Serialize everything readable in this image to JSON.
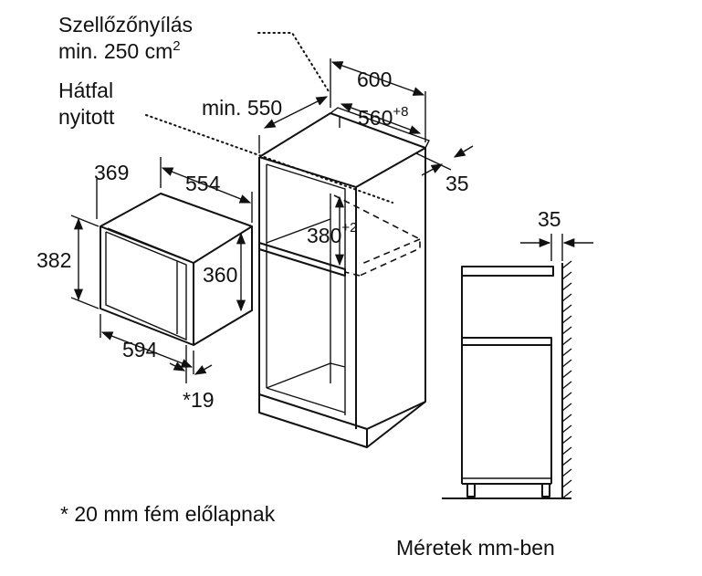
{
  "labels": {
    "ventilation_line1": "Szellőzőnyílás",
    "ventilation_line2_prefix": "min. 250 cm",
    "ventilation_line2_sup": "2",
    "backwall_line1": "Hátfal",
    "backwall_line2": "nyitott",
    "min550": "min. 550",
    "w600": "600",
    "w560": "560",
    "w560_sup": "+8",
    "d35_top": "35",
    "h380": "380",
    "h380_sup": "+2",
    "mw369": "369",
    "mw554": "554",
    "mw382": "382",
    "mw360": "360",
    "mw594": "594",
    "mw19": "*19",
    "side35": "35",
    "footnote": "* 20 mm fém előlapnak",
    "units": "Méretek mm-ben"
  }
}
